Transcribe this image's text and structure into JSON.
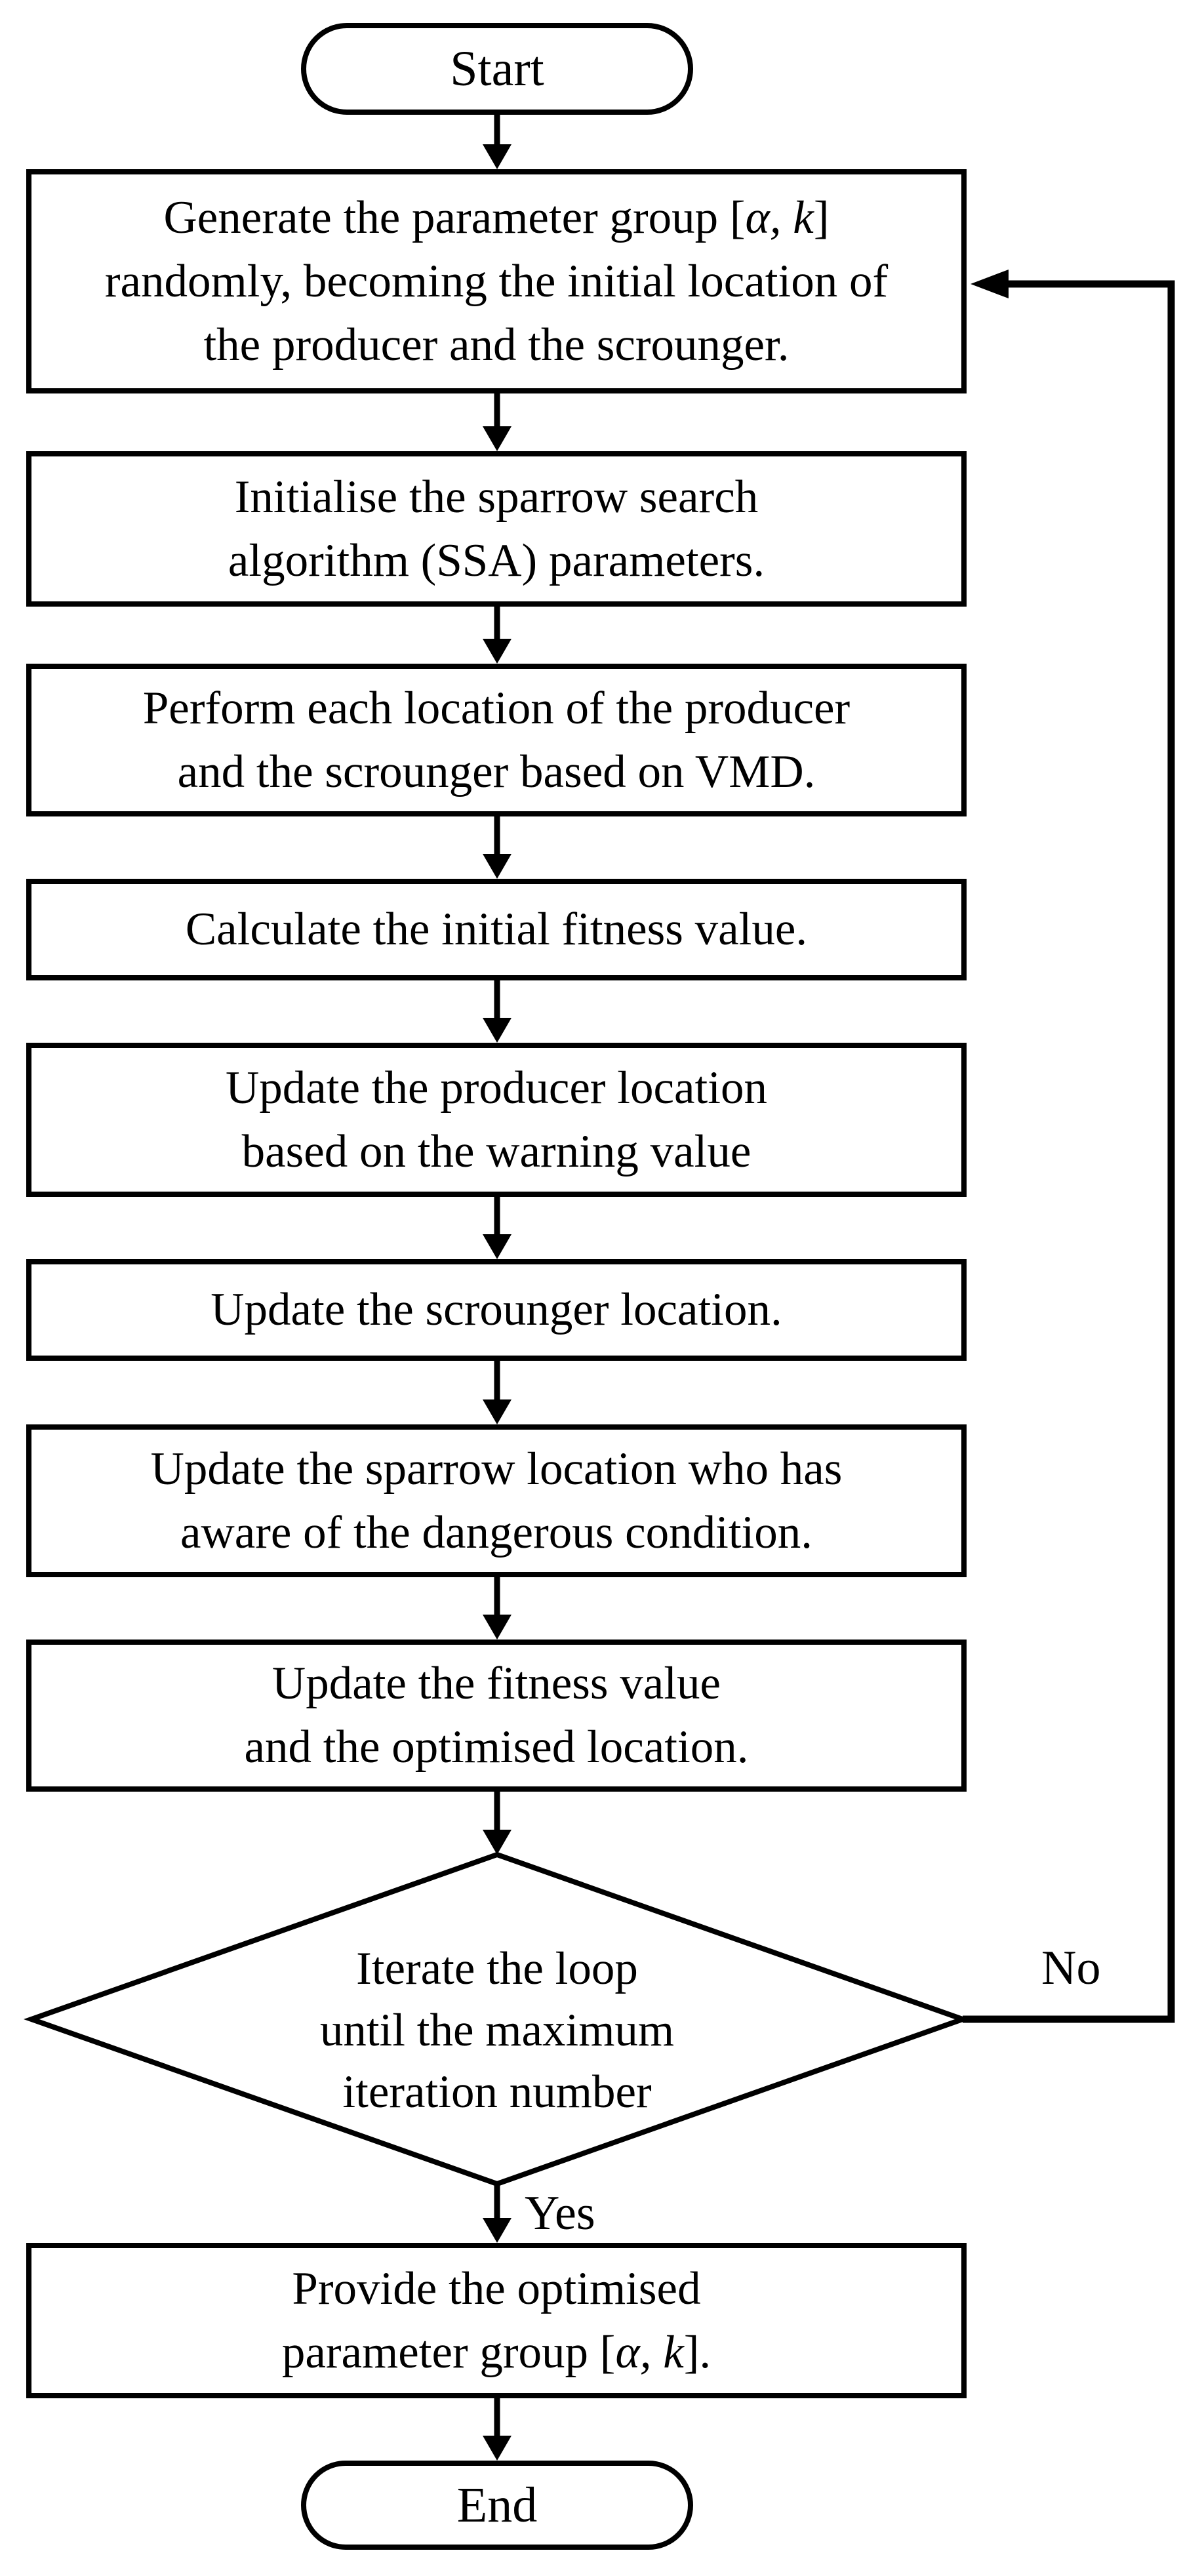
{
  "figure": {
    "colors": {
      "background": "#ffffff",
      "stroke": "#000000",
      "text": "#000000"
    }
  },
  "nodes": {
    "start": {
      "label": "Start"
    },
    "generate": {
      "line1_pre": "Generate the parameter group [",
      "line1_math": "α, k",
      "line1_close": "]",
      "line2": "randomly, becoming the initial location of",
      "line3": "the producer and the scrounger."
    },
    "initialise": {
      "line1": "Initialise the sparrow search",
      "line2": "algorithm (SSA) parameters."
    },
    "perform": {
      "line1": "Perform each location of the producer",
      "line2": "and the scrounger based on VMD."
    },
    "calculate": {
      "line1": "Calculate the initial fitness value."
    },
    "update_producer": {
      "line1": "Update the producer location",
      "line2": "based on the warning value"
    },
    "update_scrounger": {
      "line1": "Update the scrounger location."
    },
    "update_sparrow": {
      "line1": "Update the sparrow location who has",
      "line2": "aware of the dangerous condition."
    },
    "update_fitness": {
      "line1": "Update the fitness value",
      "line2": "and the optimised location."
    },
    "decision": {
      "line1": "Iterate the loop",
      "line2": "until the maximum",
      "line3": "iteration number"
    },
    "provide": {
      "line1": "Provide the optimised",
      "line2_pre": "parameter group [",
      "line2_math": "α, k",
      "line2_close": "]."
    },
    "end": {
      "label": "End"
    }
  },
  "labels": {
    "no": "No",
    "yes": "Yes"
  }
}
